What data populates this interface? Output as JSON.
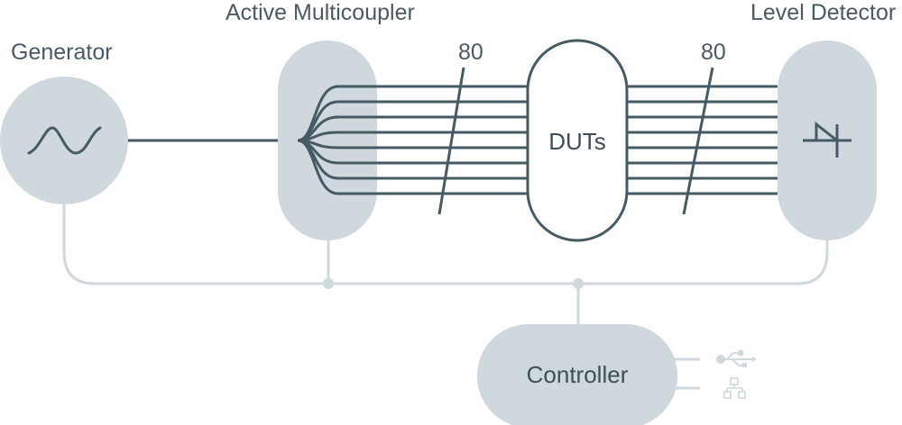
{
  "diagram": {
    "colors": {
      "dark_line": "#465a64",
      "block_fill": "#cfd8dd",
      "bus_line": "#cfd8dd",
      "background": "#ffffff",
      "icon_light": "#cfd8dd"
    },
    "generator": {
      "label": "Generator",
      "icon": "sine-wave-icon"
    },
    "multicoupler": {
      "label": "Active Multicoupler"
    },
    "duts": {
      "label": "DUTs"
    },
    "detector": {
      "label": "Level Detector",
      "icon": "diode-detector-icon"
    },
    "controller": {
      "label": "Controller"
    },
    "bus_left": {
      "channel_count": "80"
    },
    "bus_right": {
      "channel_count": "80"
    },
    "interfaces": [
      {
        "name": "usb",
        "icon": "usb-icon"
      },
      {
        "name": "network",
        "icon": "network-icon"
      }
    ]
  }
}
